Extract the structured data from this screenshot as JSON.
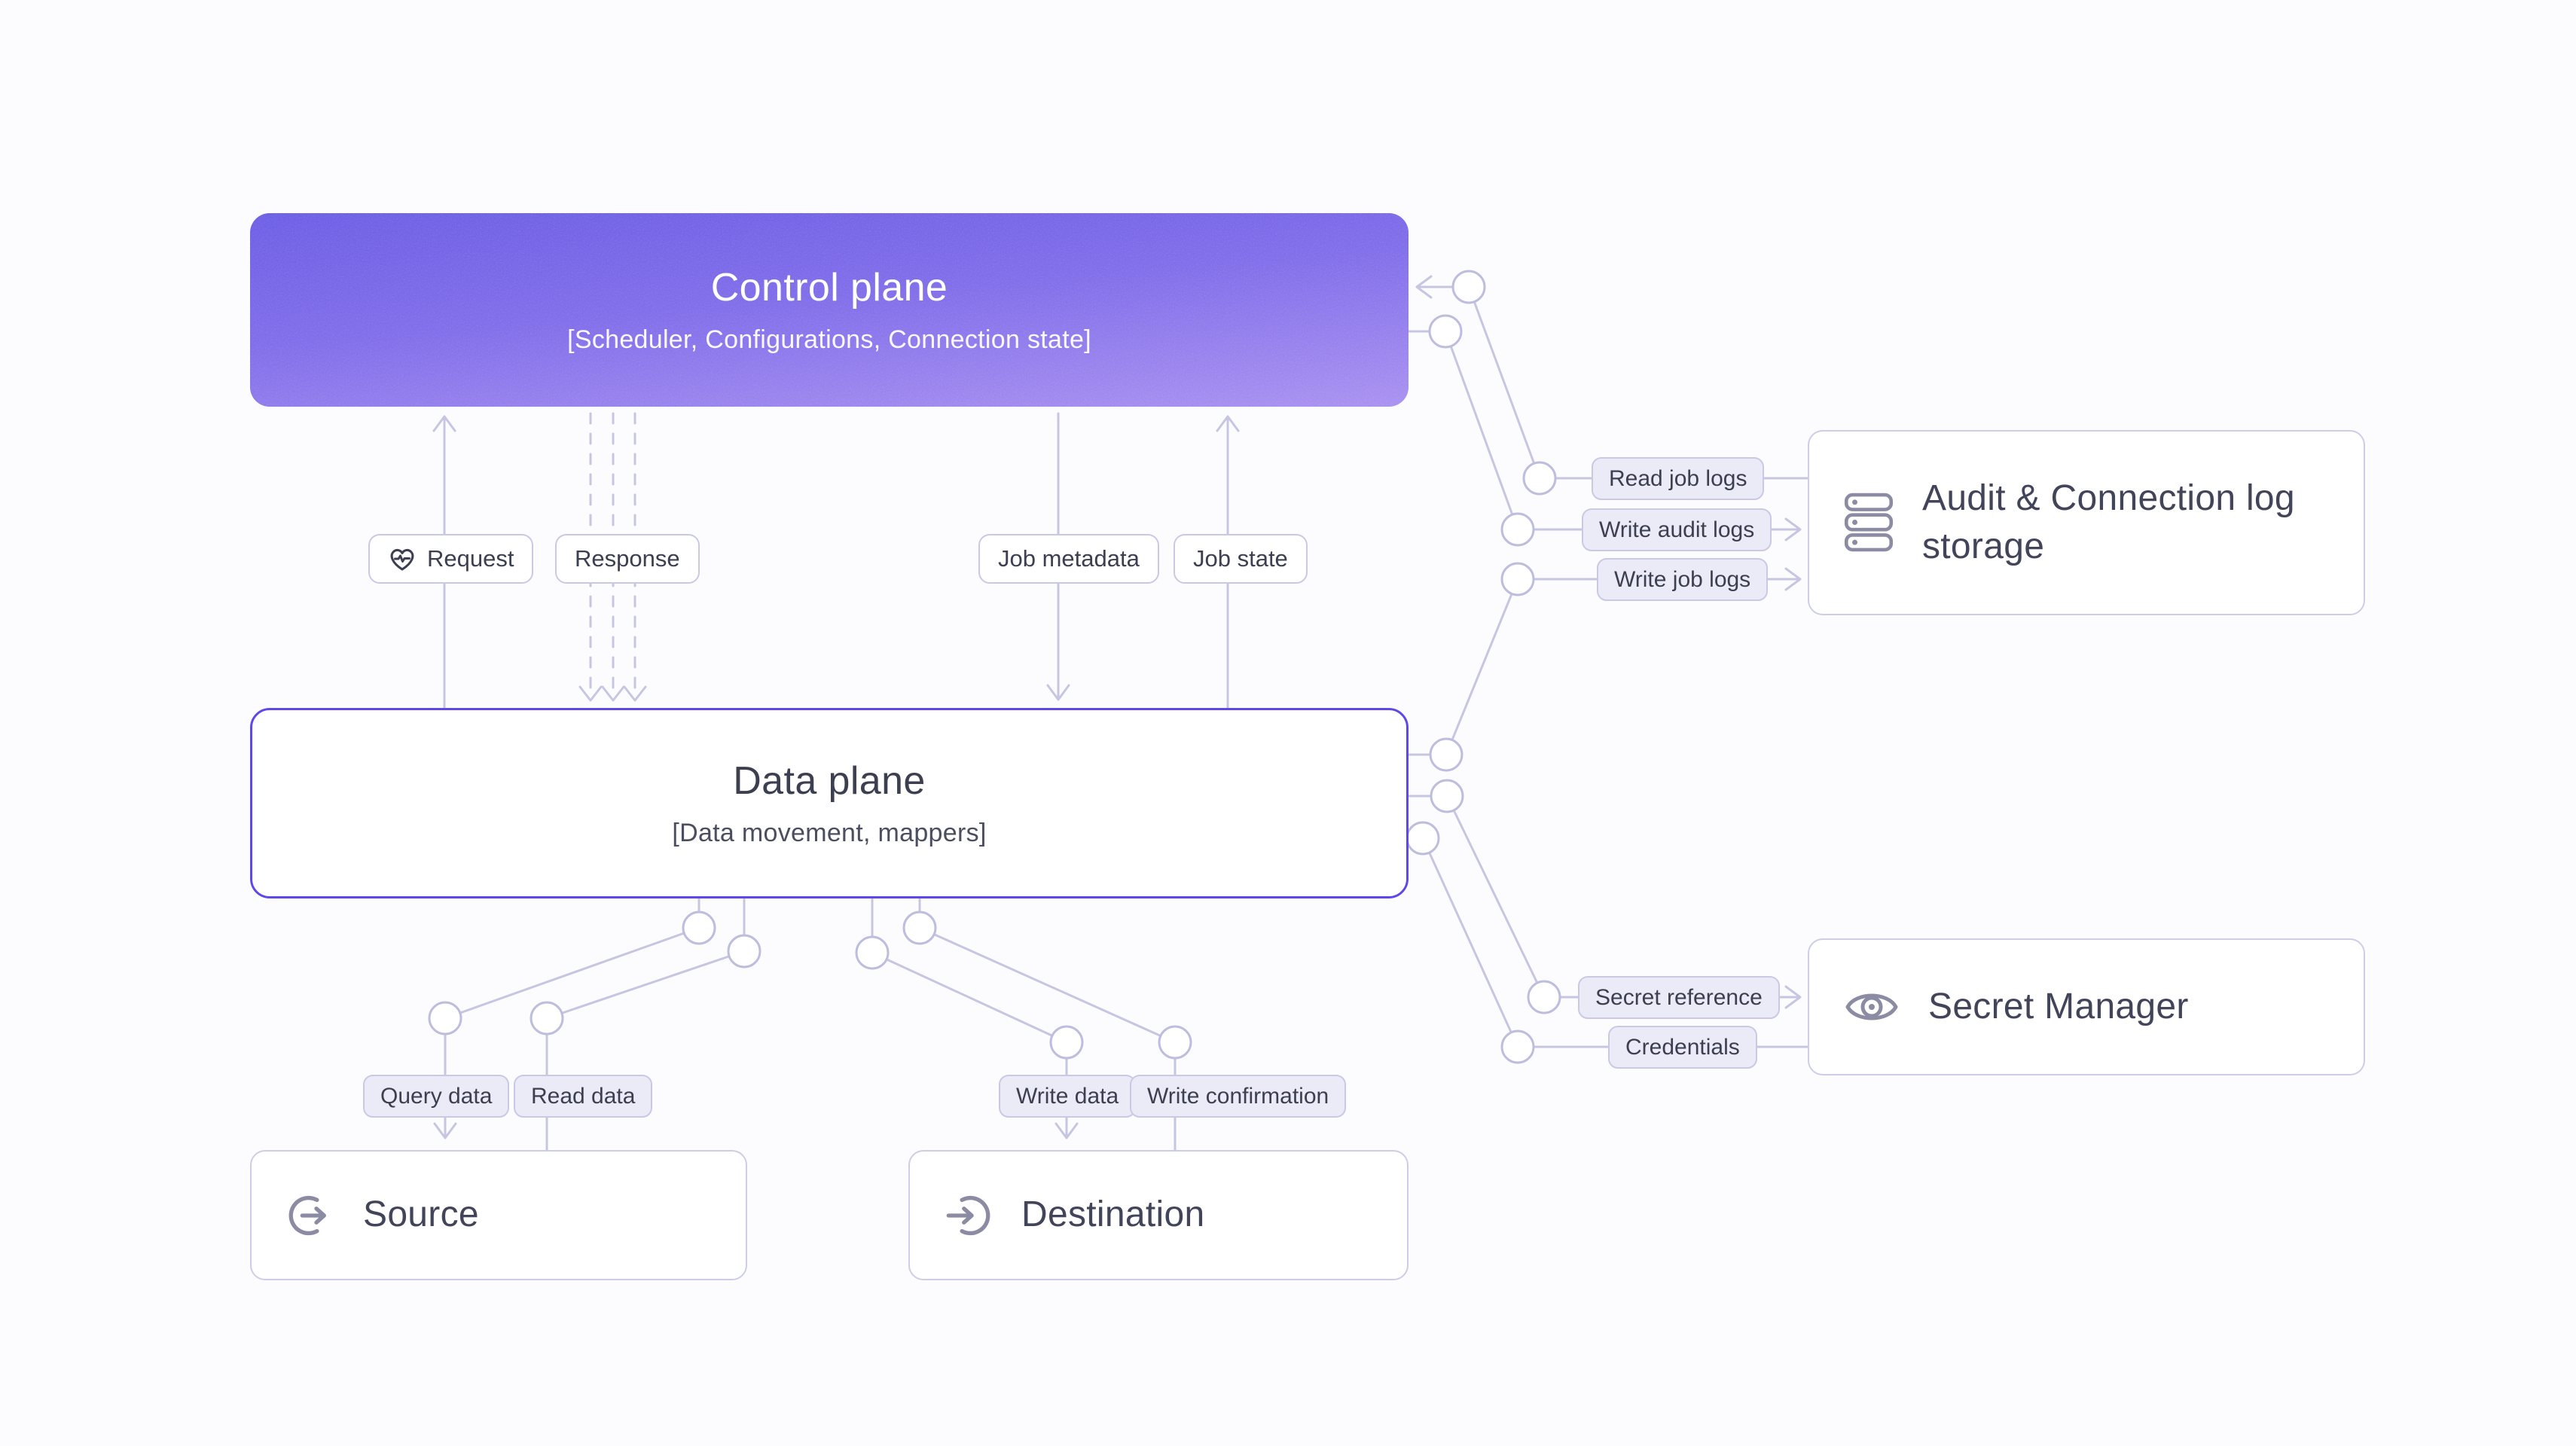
{
  "nodes": {
    "control_plane": {
      "title": "Control plane",
      "subtitle": "[Scheduler, Configurations, Connection state]"
    },
    "data_plane": {
      "title": "Data plane",
      "subtitle": "[Data movement, mappers]"
    },
    "source": {
      "title": "Source"
    },
    "destination": {
      "title": "Destination"
    },
    "audit_log_storage": {
      "title": "Audit & Connection log storage"
    },
    "secret_manager": {
      "title": "Secret Manager"
    }
  },
  "labels": {
    "request": "Request",
    "response": "Response",
    "job_metadata": "Job metadata",
    "job_state": "Job state",
    "read_job_logs": "Read job logs",
    "write_audit_logs": "Write audit logs",
    "write_job_logs": "Write job logs",
    "secret_reference": "Secret reference",
    "credentials": "Credentials",
    "query_data": "Query data",
    "read_data": "Read data",
    "write_data": "Write data",
    "write_confirmation": "Write confirmation"
  },
  "icons": {
    "request": "heart-pulse-icon",
    "source": "export-arrow-icon",
    "destination": "import-arrow-icon",
    "audit_log_storage": "server-stack-icon",
    "secret_manager": "eye-icon"
  },
  "colors": {
    "page_bg": "#fcfcfe",
    "line": "#c6c6e2",
    "circle_stroke": "#bdbdde",
    "chip_border": "#c9c9e6",
    "chip_tint": "#ebebf8",
    "ink": "#3c3f50",
    "ink_soft": "#4b4e60",
    "violet_border": "#5f48ea",
    "grad_top": "#6a5ce4",
    "grad_mid": "#7d6ae9",
    "grad_bottom": "#a78ff0",
    "icon": "#8b8ba4"
  }
}
